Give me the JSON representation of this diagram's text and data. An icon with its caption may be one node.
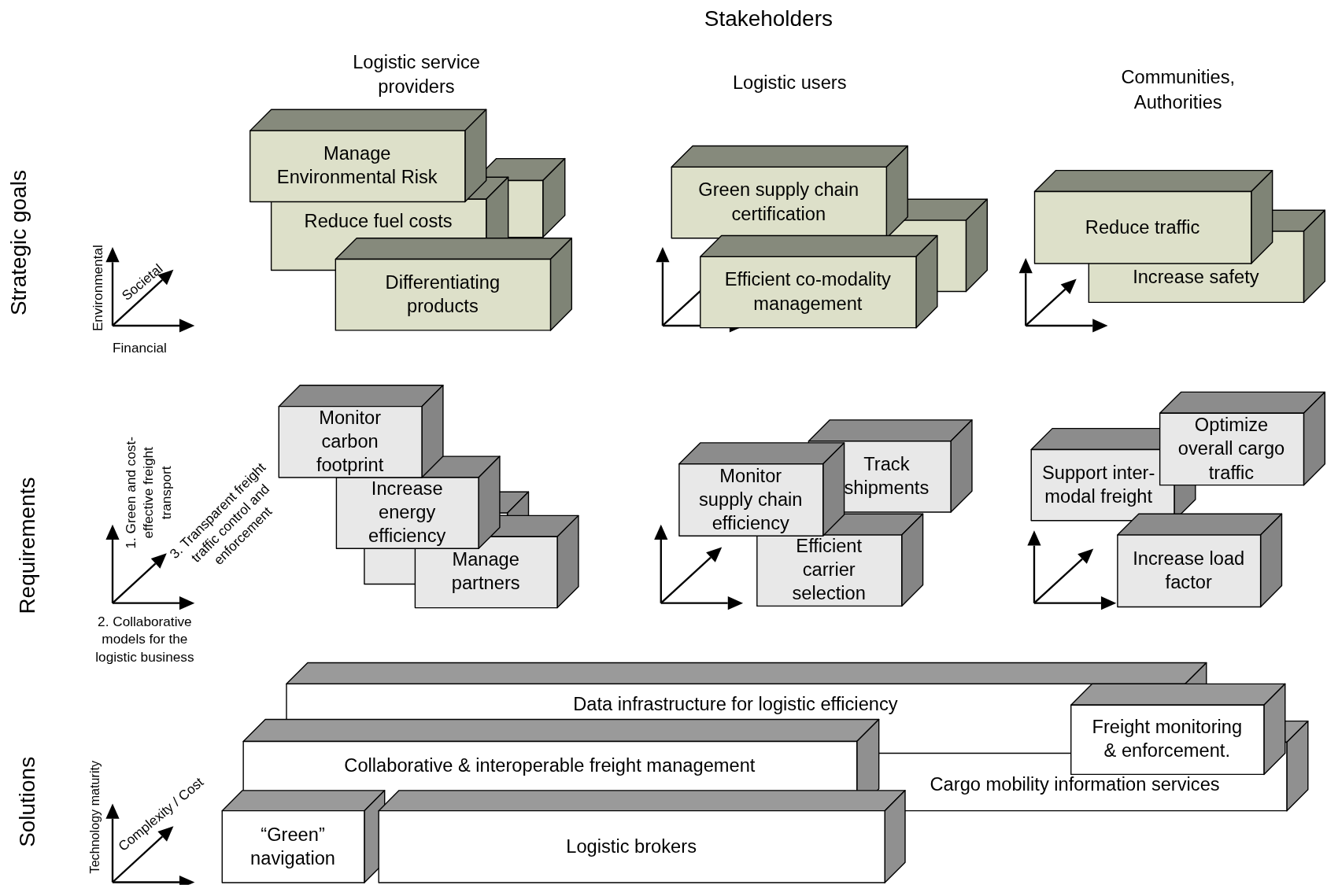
{
  "diagram": {
    "nodes": [
      {
        "text": [
          "Manage Environmental Risk"
        ]
      },
      {
        "text": [
          "Reduce fuel costs"
        ]
      },
      {
        "text": [],
        "shape": "box"
      },
      {
        "text": [
          "Differentiating products"
        ]
      },
      {
        "text": [
          "Green supply chain certification"
        ]
      },
      {
        "text": [],
        "shape": "box"
      },
      {
        "text": [
          "Efficient co-modality management"
        ]
      },
      {
        "text": [
          "Reduce traffic"
        ]
      },
      {
        "text": [
          "Increase safety"
        ]
      },
      {
        "text": [
          "Monitor carbon footprint"
        ]
      },
      {
        "text": [],
        "shape": "box"
      },
      {
        "text": [
          "Increase energy efficiency"
        ]
      },
      {
        "text": [
          "Manage partners"
        ]
      },
      {
        "text": [
          "Track shipments"
        ]
      },
      {
        "text": [
          "Monitor supply chain efficiency"
        ]
      },
      {
        "text": [
          "Efficient carrier selection"
        ]
      },
      {
        "text": [
          "Optimize overall cargo traffic"
        ]
      },
      {
        "text": [
          "Support inter-modal freight"
        ]
      },
      {
        "text": [
          "Increase load factor"
        ]
      },
      {
        "text": [
          "Data infrastructure for logistic efficiency"
        ]
      },
      {
        "text": [
          "Freight monitoring & enforcement."
        ]
      },
      {
        "text": [
          "Collaborative & interoperable freight management"
        ]
      },
      {
        "text": [
          "Cargo mobility information services"
        ]
      },
      {
        "text": [
          "“Green” navigation"
        ]
      },
      {
        "text": [
          "Logistic brokers"
        ]
      }
    ],
    "labels": [
      "Stakeholders",
      "Logistic service providers",
      "Logistic users",
      "Communities, Authorities",
      "Strategic goals",
      "Environmental",
      "Societal",
      "Financial",
      "Requirements",
      "1. Green and cost-effective freight transport",
      "3. Transparent freight traffic control and enforcement",
      "2. Collaborative models for the logistic business",
      "Solutions",
      "Technology maturity",
      "Complexity / Cost"
    ]
  }
}
